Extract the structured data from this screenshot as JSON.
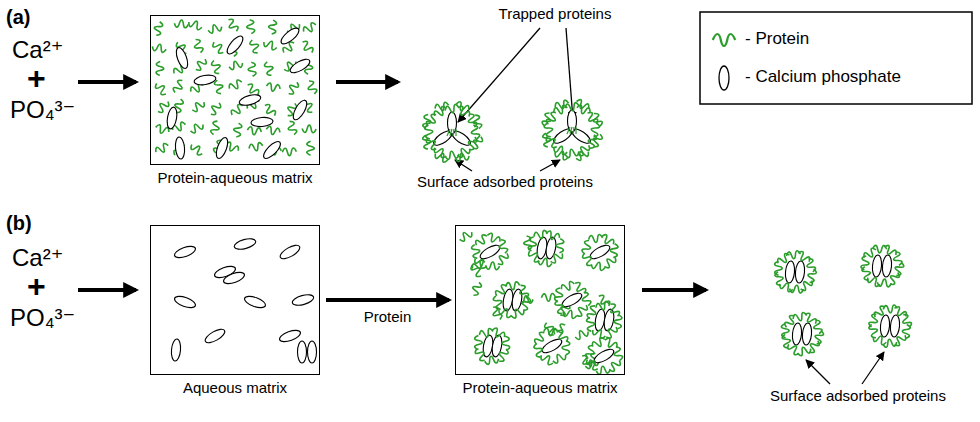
{
  "diagram": {
    "nodes": [
      {
        "text": [
          "Protein-aqueous matrix"
        ]
      },
      {
        "text": [
          "Aqueous matrix"
        ]
      },
      {
        "text": [
          "Protein-aqueous matrix"
        ]
      }
    ],
    "edges": [
      {
        "from": 1,
        "to": 2,
        "arrow": "to",
        "label": "Protein"
      }
    ],
    "labels": [
      "(a)",
      "Ca²⁺",
      "+",
      "PO₄³⁻",
      "Trapped proteins",
      "Surface adsorbed proteins",
      "(b)",
      "Ca²⁺",
      "+",
      "PO₄³⁻",
      "Surface adsorbed proteins"
    ],
    "legend": [
      {
        "text": "- Protein"
      },
      {
        "text": "- Calcium phosphate"
      }
    ]
  }
}
